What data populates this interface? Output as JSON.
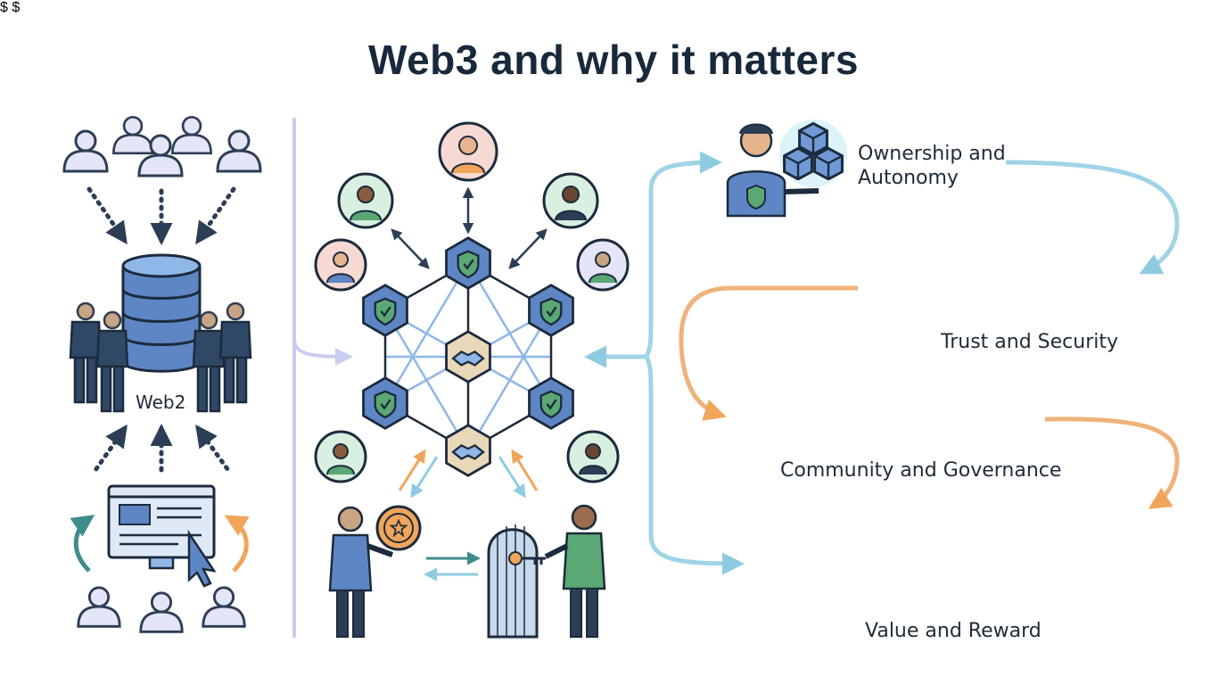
{
  "title": "Web3 and why it matters",
  "left_panel": {
    "label": "Web2"
  },
  "right_panel": {
    "ownership_line1": "Ownership and",
    "ownership_line2": "Autonomy",
    "trust": "Trust and Security",
    "community": "Community and Governance",
    "value": "Value and Reward"
  },
  "icons": [
    "user-icon",
    "database-icon",
    "person-icon",
    "browser-window-icon",
    "cursor-icon",
    "shield-check-icon",
    "handshake-icon",
    "avatar-icon",
    "coin-star-icon",
    "door-icon",
    "key-icon",
    "blocks-icon",
    "lock-icon",
    "gear-icon",
    "treasure-chest-icon",
    "dollar-coin-icon",
    "star-icon",
    "bridge-icon",
    "arrow-icon"
  ],
  "colors": {
    "navy": "#2c3e55",
    "blue": "#5f86c4",
    "light_blue": "#8fb7e8",
    "green": "#5aa874",
    "orange": "#f0a55a",
    "cyan": "#9fd4e6",
    "lavender": "#c9cdf0",
    "text": "#17293b"
  }
}
